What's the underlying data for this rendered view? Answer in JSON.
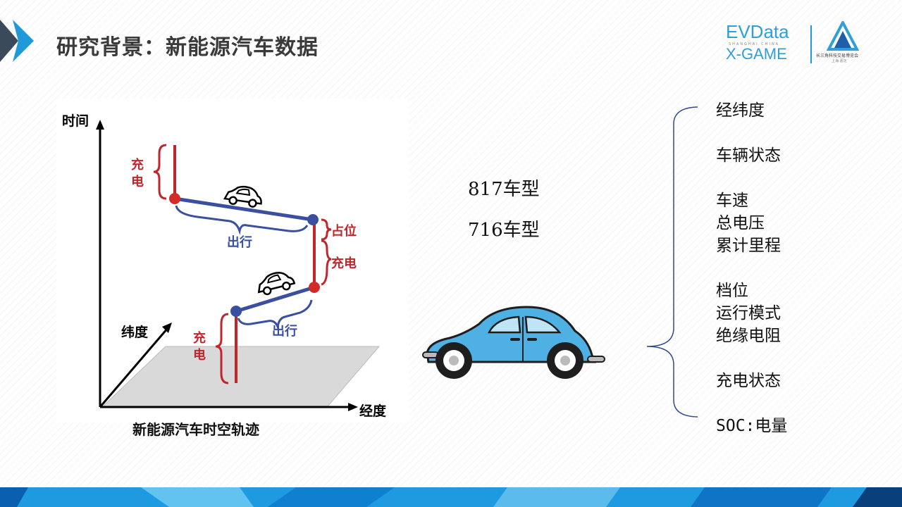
{
  "title": "研究背景：新能源汽车数据",
  "logo": {
    "brand": "EVData",
    "tagline": "SHANGHAI CHINA",
    "event": "X-GAME",
    "partner": "长三角科技交易博览会",
    "partner_sub": "上海·嘉定"
  },
  "diagram": {
    "axis_time": "时间",
    "axis_lat": "纬度",
    "axis_lon": "经度",
    "charge_upper": "充\n电",
    "charge_lower": "充\n电",
    "occupy": "占位",
    "charge_mid": "充电",
    "travel_upper": "出行",
    "travel_lower": "出行",
    "caption": "新能源汽车时空轨迹"
  },
  "models": [
    "817车型",
    "716车型"
  ],
  "field_groups": [
    [
      "经纬度"
    ],
    [
      "车辆状态"
    ],
    [
      "车速",
      "总电压",
      "累计里程"
    ],
    [
      "档位",
      "运行模式",
      "绝缘电阻"
    ],
    [
      "充电状态"
    ],
    [
      "SOC:电量"
    ]
  ],
  "colors": {
    "red": "#c0262c",
    "blue": "#3b4fa0",
    "car_body": "#4fb1e3",
    "accent": "#1f8fd6",
    "title_text": "#3a3a3a"
  }
}
